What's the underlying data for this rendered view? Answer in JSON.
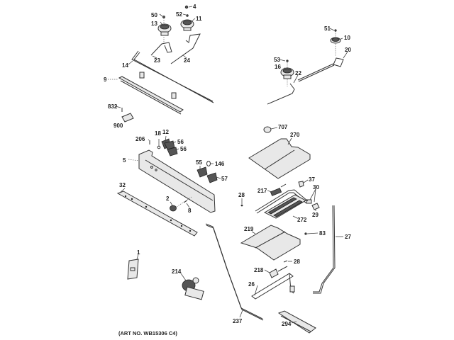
{
  "diagram": {
    "title": "Exploded parts diagram - gas range burner, valve and manifold assembly",
    "art_number": "(ART NO. WB15306 C4)",
    "callouts": [
      {
        "id": "c50",
        "label": "50"
      },
      {
        "id": "c13",
        "label": "13"
      },
      {
        "id": "c4",
        "label": "4"
      },
      {
        "id": "c52",
        "label": "52"
      },
      {
        "id": "c11",
        "label": "11"
      },
      {
        "id": "c23",
        "label": "23"
      },
      {
        "id": "c24",
        "label": "24"
      },
      {
        "id": "c14",
        "label": "14"
      },
      {
        "id": "c9",
        "label": "9"
      },
      {
        "id": "c832",
        "label": "832"
      },
      {
        "id": "c900",
        "label": "900"
      },
      {
        "id": "c51",
        "label": "51"
      },
      {
        "id": "c10",
        "label": "10"
      },
      {
        "id": "c20",
        "label": "20"
      },
      {
        "id": "c53",
        "label": "53"
      },
      {
        "id": "c16",
        "label": "16"
      },
      {
        "id": "c22",
        "label": "22"
      },
      {
        "id": "c18",
        "label": "18"
      },
      {
        "id": "c12",
        "label": "12"
      },
      {
        "id": "c206",
        "label": "206"
      },
      {
        "id": "c56a",
        "label": "56"
      },
      {
        "id": "c56b",
        "label": "56"
      },
      {
        "id": "c5",
        "label": "5"
      },
      {
        "id": "c55",
        "label": "55"
      },
      {
        "id": "c146",
        "label": "146"
      },
      {
        "id": "c57",
        "label": "57"
      },
      {
        "id": "c32",
        "label": "32"
      },
      {
        "id": "c2",
        "label": "2"
      },
      {
        "id": "c8",
        "label": "8"
      },
      {
        "id": "c707",
        "label": "707"
      },
      {
        "id": "c270",
        "label": "270"
      },
      {
        "id": "c37",
        "label": "37"
      },
      {
        "id": "c30",
        "label": "30"
      },
      {
        "id": "c217",
        "label": "217"
      },
      {
        "id": "c28a",
        "label": "28"
      },
      {
        "id": "c29",
        "label": "29"
      },
      {
        "id": "c272",
        "label": "272"
      },
      {
        "id": "c219",
        "label": "219"
      },
      {
        "id": "c83",
        "label": "83"
      },
      {
        "id": "c27",
        "label": "27"
      },
      {
        "id": "c28b",
        "label": "28"
      },
      {
        "id": "c218",
        "label": "218"
      },
      {
        "id": "c26",
        "label": "26"
      },
      {
        "id": "c1",
        "label": "1"
      },
      {
        "id": "c214",
        "label": "214"
      },
      {
        "id": "c237",
        "label": "237"
      },
      {
        "id": "c294",
        "label": "294"
      }
    ]
  }
}
